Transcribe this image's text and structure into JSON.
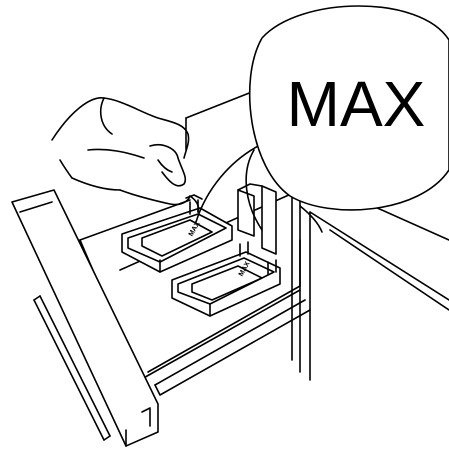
{
  "callout": {
    "label": "MAX"
  },
  "compartments": [
    {
      "label": "MAX"
    },
    {
      "label": "MAX"
    }
  ],
  "colors": {
    "line": "#000000",
    "background": "#ffffff"
  }
}
